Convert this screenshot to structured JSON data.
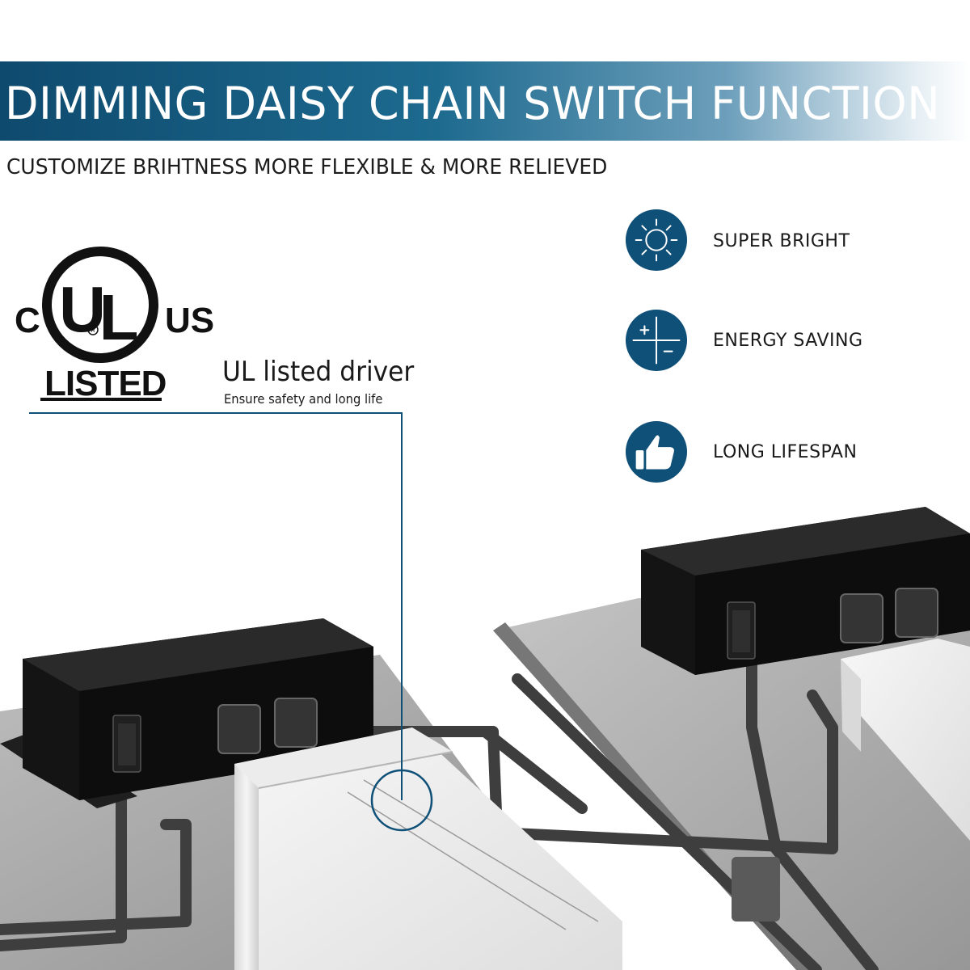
{
  "banner": {
    "title": "DIMMING DAISY CHAIN SWITCH FUNCTION",
    "subtitle": "CUSTOMIZE BRIHTNESS MORE FLEXIBLE & MORE RELIEVED"
  },
  "features": [
    {
      "label": "SUPER BRIGHT",
      "icon": "sun-icon"
    },
    {
      "label": "ENERGY SAVING",
      "icon": "plus-minus-icon"
    },
    {
      "label": "LONG LIFESPAN",
      "icon": "thumbs-up-icon"
    }
  ],
  "certification": {
    "left": "C",
    "right": "US",
    "listed": "LISTED"
  },
  "driver": {
    "title": "UL listed driver",
    "subtitle": "Ensure safety and long life"
  },
  "colors": {
    "accent": "#0f5078",
    "banner_start": "#0e4a6e"
  }
}
